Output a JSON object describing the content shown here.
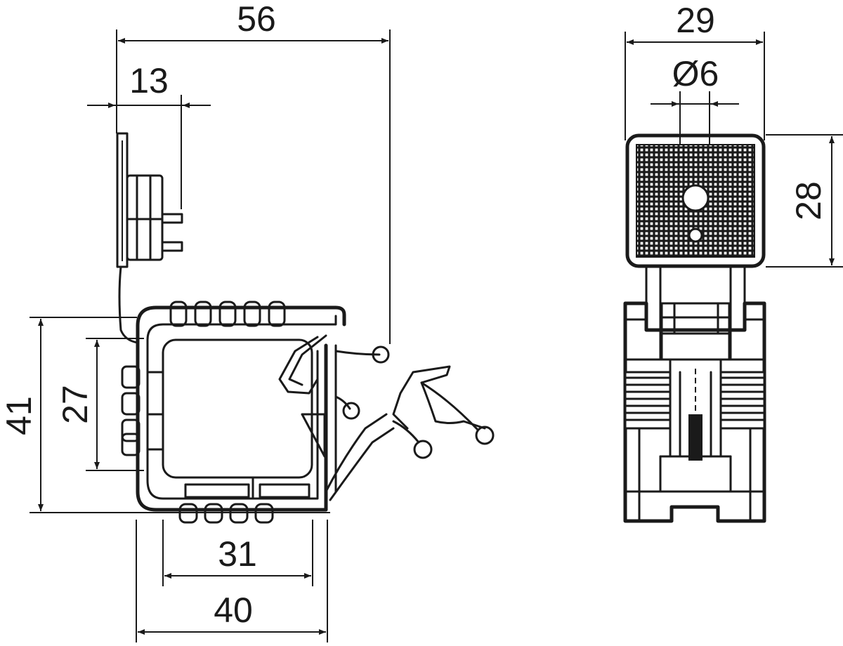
{
  "drawing": {
    "line_color": "#1a1a1a",
    "background": "#ffffff"
  },
  "dimensions": {
    "side_view": {
      "overall_width": "56",
      "mount_offset": "13",
      "overall_height": "41",
      "inner_height": "27",
      "inner_width": "31",
      "base_width": "40"
    },
    "front_view": {
      "width": "29",
      "hole_diameter": "Ø6",
      "pad_height": "28"
    }
  }
}
